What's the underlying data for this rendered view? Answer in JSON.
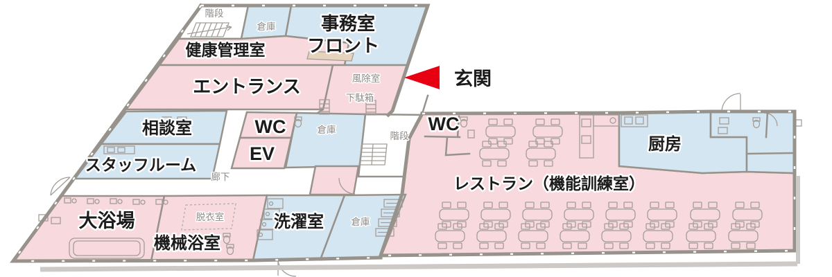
{
  "figure": {
    "type": "floor-plan",
    "language": "ja",
    "description": "1F floor plan of a care facility"
  },
  "colors": {
    "room_pink": "#f8dade",
    "room_blue": "#d3e6f1",
    "wall_gray": "#97928b",
    "shadow_gray": "#ccc9c7",
    "arrow_red": "#e60012",
    "counter_beige": "#e6d3bd",
    "small_label_gray": "#8e8b88",
    "big_label_black": "#1b1b1b"
  },
  "rooms": {
    "kaidan_top": "階段",
    "souko_top": "倉庫",
    "jimushitsu": "事務室",
    "front": "フロント",
    "kenko_kanri": "健康管理室",
    "entrance_hall": "エントランス",
    "fujoshitsu": "風除室",
    "getabako": "下駄箱",
    "soudan": "相談室",
    "wc_left": "WC",
    "ev": "EV",
    "souko_mid": "倉庫",
    "kaidan_mid": "階段",
    "staff_room": "スタッフルーム",
    "rouka": "廊下",
    "wc_restaurant": "WC",
    "restaurant": "レストラン（機能訓練室）",
    "kitchen": "厨房",
    "daiyokujo": "大浴場",
    "datsuishitsu": "脱衣室",
    "kikai_yokushitsu": "機械浴室",
    "sentakushitsu": "洗濯室",
    "souko_bottom": "倉庫"
  },
  "marker": {
    "genkan": "玄関"
  }
}
